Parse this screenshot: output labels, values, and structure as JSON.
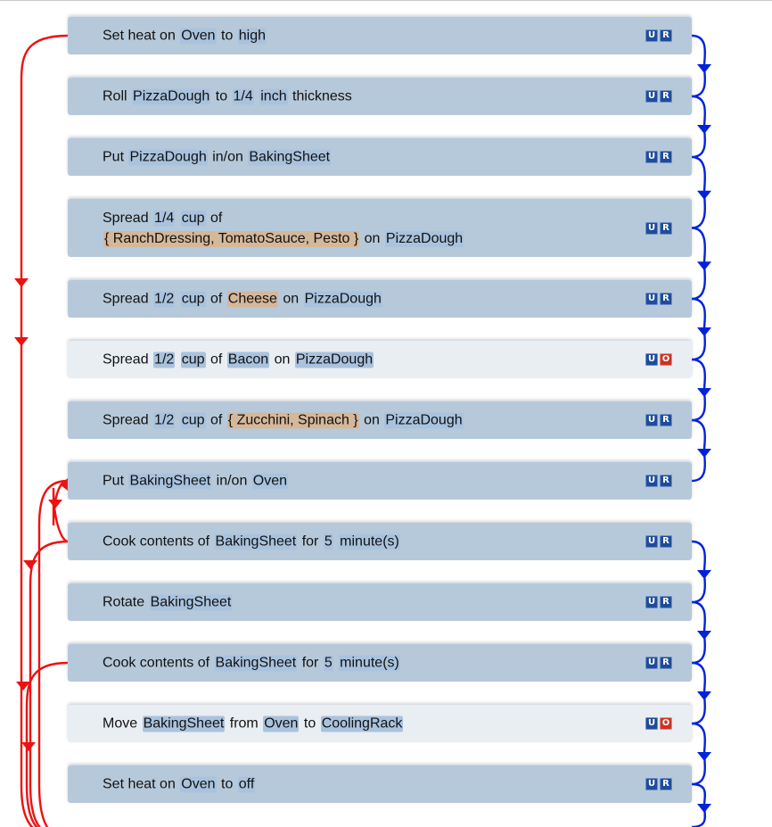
{
  "colors": {
    "required_row": "#b6c9da",
    "optional_row": "#e9eef3",
    "object_token": "#a9c3de",
    "choice_token": "#d5b79a",
    "sequence_arrow": "#0022dd",
    "dependency_arrow": "#ee1111",
    "badge_u": "#1f4c9a",
    "badge_r": "#1f4c9a",
    "badge_o": "#cc3322"
  },
  "steps": [
    {
      "kind": "r",
      "badges": [
        "U",
        "R"
      ],
      "parts": [
        {
          "t": "Set heat on "
        },
        {
          "t": "Oven",
          "c": "o"
        },
        {
          "t": " to "
        },
        {
          "t": "high",
          "c": "o"
        }
      ]
    },
    {
      "kind": "r",
      "badges": [
        "U",
        "R"
      ],
      "parts": [
        {
          "t": "Roll "
        },
        {
          "t": "PizzaDough",
          "c": "o"
        },
        {
          "t": " to "
        },
        {
          "t": "1/4",
          "c": "q"
        },
        {
          "t": " "
        },
        {
          "t": "inch",
          "c": "u"
        },
        {
          "t": " thickness"
        }
      ]
    },
    {
      "kind": "r",
      "badges": [
        "U",
        "R"
      ],
      "parts": [
        {
          "t": "Put "
        },
        {
          "t": "PizzaDough",
          "c": "o"
        },
        {
          "t": " in/on "
        },
        {
          "t": "BakingSheet",
          "c": "o"
        }
      ]
    },
    {
      "kind": "r",
      "badges": [
        "U",
        "R"
      ],
      "parts": [
        {
          "t": "Spread "
        },
        {
          "t": "1/4",
          "c": "q"
        },
        {
          "t": " "
        },
        {
          "t": "cup",
          "c": "u"
        },
        {
          "t": " of"
        },
        {
          "br": true
        },
        {
          "t": "{ RanchDressing, TomatoSauce, Pesto }",
          "c": "v"
        },
        {
          "t": " on "
        },
        {
          "t": "PizzaDough",
          "c": "o"
        }
      ]
    },
    {
      "kind": "r",
      "badges": [
        "U",
        "R"
      ],
      "parts": [
        {
          "t": "Spread "
        },
        {
          "t": "1/2",
          "c": "q"
        },
        {
          "t": " "
        },
        {
          "t": "cup",
          "c": "u"
        },
        {
          "t": " of "
        },
        {
          "t": "Cheese",
          "c": "v"
        },
        {
          "t": " on "
        },
        {
          "t": "PizzaDough",
          "c": "o"
        }
      ]
    },
    {
      "kind": "o",
      "badges": [
        "U",
        "O"
      ],
      "parts": [
        {
          "t": "Spread "
        },
        {
          "t": "1/2",
          "c": "q"
        },
        {
          "t": " "
        },
        {
          "t": "cup",
          "c": "u"
        },
        {
          "t": " of "
        },
        {
          "t": "Bacon",
          "c": "o"
        },
        {
          "t": " on "
        },
        {
          "t": "PizzaDough",
          "c": "o"
        }
      ]
    },
    {
      "kind": "r",
      "badges": [
        "U",
        "R"
      ],
      "parts": [
        {
          "t": "Spread "
        },
        {
          "t": "1/2",
          "c": "q"
        },
        {
          "t": " "
        },
        {
          "t": "cup",
          "c": "u"
        },
        {
          "t": " of "
        },
        {
          "t": "{ Zucchini, Spinach }",
          "c": "v"
        },
        {
          "t": " on "
        },
        {
          "t": "PizzaDough",
          "c": "o"
        }
      ]
    },
    {
      "kind": "r",
      "badges": [
        "U",
        "R"
      ],
      "parts": [
        {
          "t": "Put "
        },
        {
          "t": "BakingSheet",
          "c": "o"
        },
        {
          "t": " in/on "
        },
        {
          "t": "Oven",
          "c": "o"
        }
      ]
    },
    {
      "kind": "r",
      "badges": [
        "U",
        "R"
      ],
      "parts": [
        {
          "t": "Cook contents of "
        },
        {
          "t": "BakingSheet",
          "c": "o"
        },
        {
          "t": " for "
        },
        {
          "t": "5",
          "c": "q"
        },
        {
          "t": " "
        },
        {
          "t": "minute(s)",
          "c": "u"
        }
      ]
    },
    {
      "kind": "r",
      "badges": [
        "U",
        "R"
      ],
      "parts": [
        {
          "t": "Rotate "
        },
        {
          "t": "BakingSheet",
          "c": "o"
        }
      ]
    },
    {
      "kind": "r",
      "badges": [
        "U",
        "R"
      ],
      "parts": [
        {
          "t": "Cook contents of "
        },
        {
          "t": "BakingSheet",
          "c": "o"
        },
        {
          "t": " for "
        },
        {
          "t": "5",
          "c": "q"
        },
        {
          "t": " "
        },
        {
          "t": "minute(s)",
          "c": "u"
        }
      ]
    },
    {
      "kind": "o",
      "badges": [
        "U",
        "O"
      ],
      "parts": [
        {
          "t": "Move "
        },
        {
          "t": "BakingSheet",
          "c": "o"
        },
        {
          "t": " from "
        },
        {
          "t": "Oven",
          "c": "o"
        },
        {
          "t": " to "
        },
        {
          "t": "CoolingRack",
          "c": "o"
        }
      ]
    },
    {
      "kind": "r",
      "badges": [
        "U",
        "R"
      ],
      "parts": [
        {
          "t": "Set heat on "
        },
        {
          "t": "Oven",
          "c": "o"
        },
        {
          "t": " to "
        },
        {
          "t": "off",
          "c": "o"
        }
      ]
    }
  ]
}
